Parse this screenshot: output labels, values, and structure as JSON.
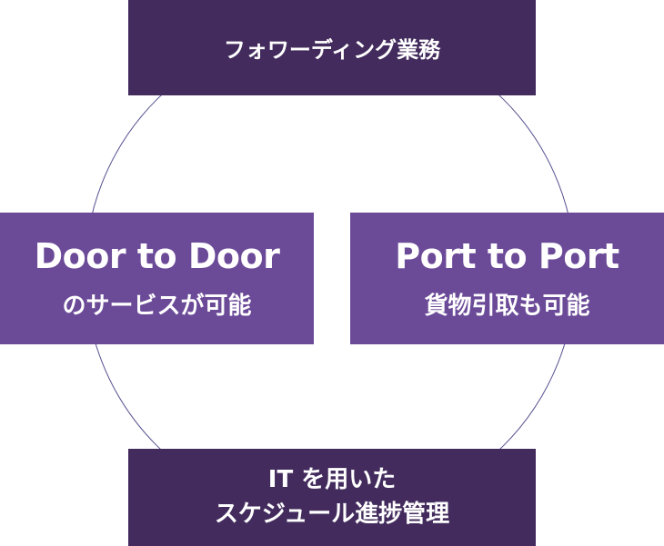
{
  "colors": {
    "dark": "#432c5d",
    "mid": "#6b4a98",
    "circle": "#55508f"
  },
  "top": {
    "label": "フォワーディング業務"
  },
  "left": {
    "title": "Door to Door",
    "subtitle": "のサービスが可能"
  },
  "right": {
    "title": "Port to Port",
    "subtitle": "貨物引取も可能"
  },
  "bottom": {
    "line1": "IT を用いた",
    "line2": "スケジュール進捗管理"
  }
}
